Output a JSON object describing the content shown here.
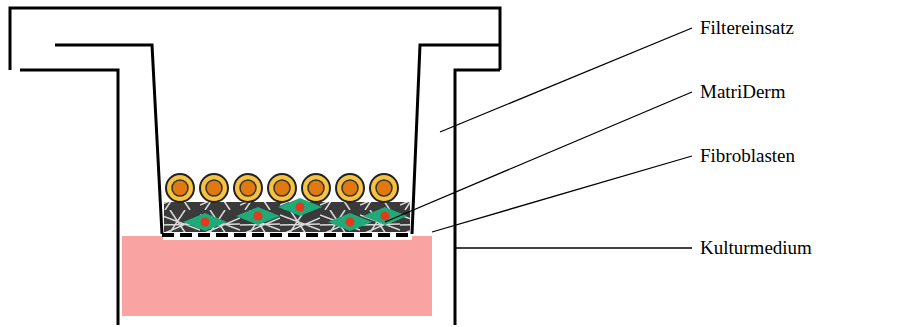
{
  "diagram": {
    "labels": [
      "Filtereinsatz",
      "MatriDerm",
      "Fibroblasten",
      "Kulturmedium"
    ]
  }
}
